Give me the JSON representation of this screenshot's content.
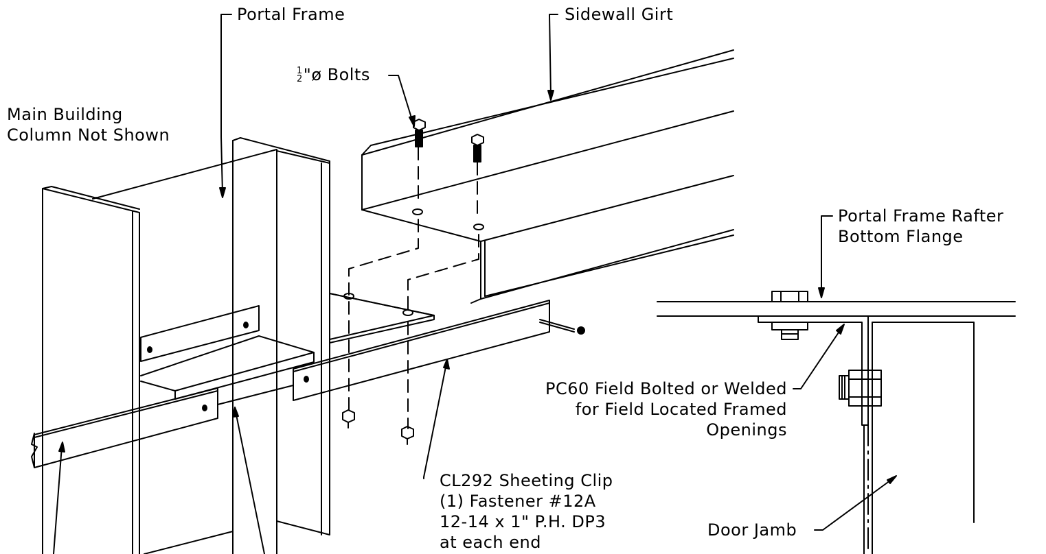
{
  "labels": {
    "portal_frame": "Portal Frame",
    "sidewall_girt": "Sidewall Girt",
    "bolts_num": "1",
    "bolts_den": "2",
    "bolts_text": "\"ø Bolts",
    "main_building_1": "Main Building",
    "main_building_2": "Column Not Shown",
    "rafter_1": "Portal Frame Rafter",
    "rafter_2": "Bottom Flange",
    "pc60_1": "PC60 Field Bolted or Welded",
    "pc60_2": "for Field Located Framed",
    "pc60_3": "Openings",
    "clip_1": "CL292 Sheeting Clip",
    "clip_2": "(1) Fastener #12A",
    "clip_3": "12-14 x 1\" P.H. DP3",
    "clip_4": "at each end",
    "door_jamb": "Door Jamb"
  },
  "colors": {
    "line": "#000000",
    "background": "#ffffff"
  }
}
